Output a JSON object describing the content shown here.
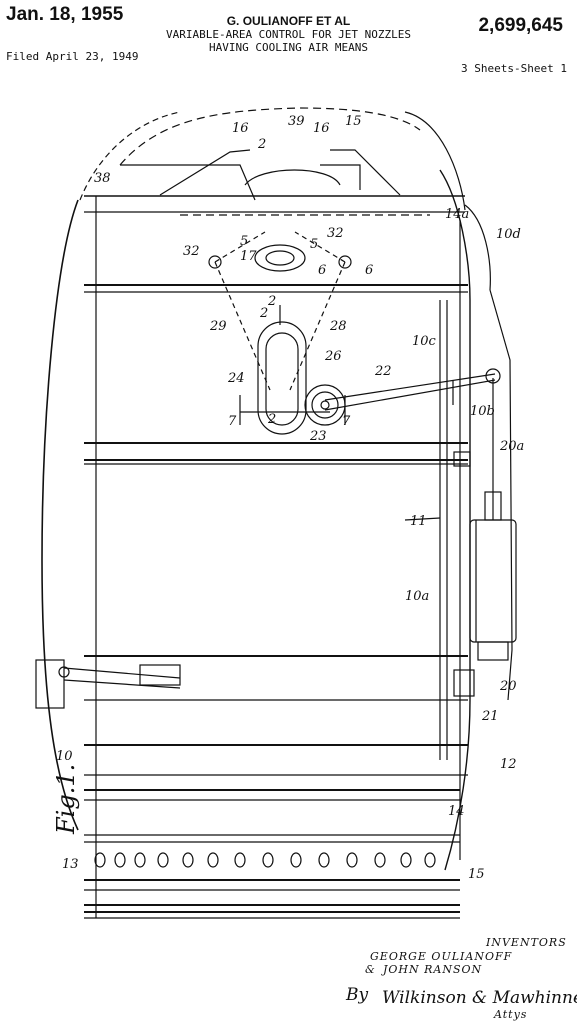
{
  "header": {
    "date": "Jan. 18, 1955",
    "inventors_short": "G. OULIANOFF ET AL",
    "patent_number": "2,699,645",
    "title_line1": "VARIABLE-AREA CONTROL FOR JET NOZZLES",
    "title_line2": "HAVING COOLING AIR MEANS",
    "filed": "Filed April 23, 1949",
    "sheet": "3 Sheets-Sheet 1"
  },
  "figure": {
    "label": "Fig.1.",
    "reference_numerals": [
      "10",
      "10a",
      "10b",
      "10c",
      "10d",
      "11",
      "12",
      "13",
      "14",
      "14a",
      "15",
      "15",
      "16",
      "16",
      "17",
      "20",
      "20a",
      "21",
      "22",
      "23",
      "24",
      "26",
      "28",
      "29",
      "32",
      "32",
      "38",
      "39",
      "2",
      "2",
      "2",
      "2",
      "5",
      "5",
      "6",
      "6",
      "7",
      "7"
    ]
  },
  "inventors_block": {
    "heading": "INVENTORS",
    "name1": "GEORGE OULIANOFF",
    "name2": "JOHN RANSON",
    "amp": "&",
    "by": "By",
    "attorneys": "Wilkinson & Mawhinney",
    "attys_label": "Attys"
  }
}
